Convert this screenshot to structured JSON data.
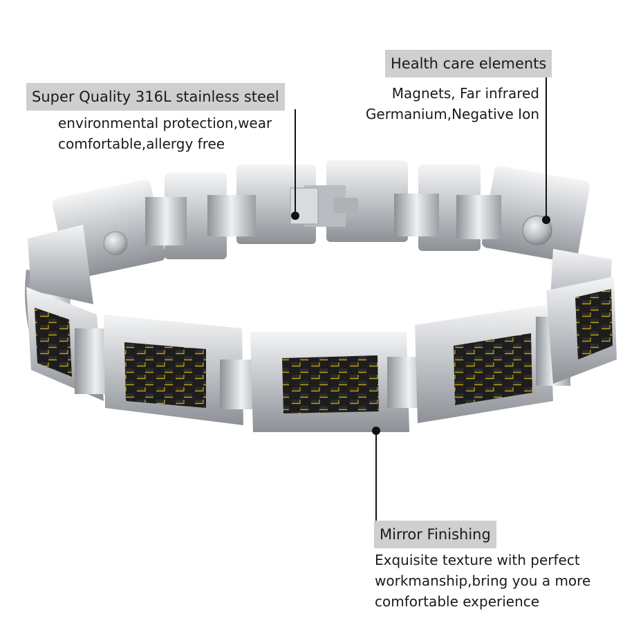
{
  "callouts": {
    "steel": {
      "title": "Super Quality 316L stainless steel",
      "lines": [
        "environmental protection,wear",
        "comfortable,allergy free"
      ]
    },
    "health": {
      "title": "Health care elements",
      "lines": [
        "Magnets, Far infrared",
        "Germanium,Negative Ion"
      ]
    },
    "mirror": {
      "title": "Mirror Finishing",
      "lines": [
        "Exquisite texture with perfect",
        "workmanship,bring you a more",
        "comfortable experience"
      ]
    }
  },
  "colors": {
    "label_bg": "#cfcfd1",
    "steel": "#c9cbce",
    "carbon": "#1c1c1c",
    "carbon_weave": "#c8a417"
  }
}
